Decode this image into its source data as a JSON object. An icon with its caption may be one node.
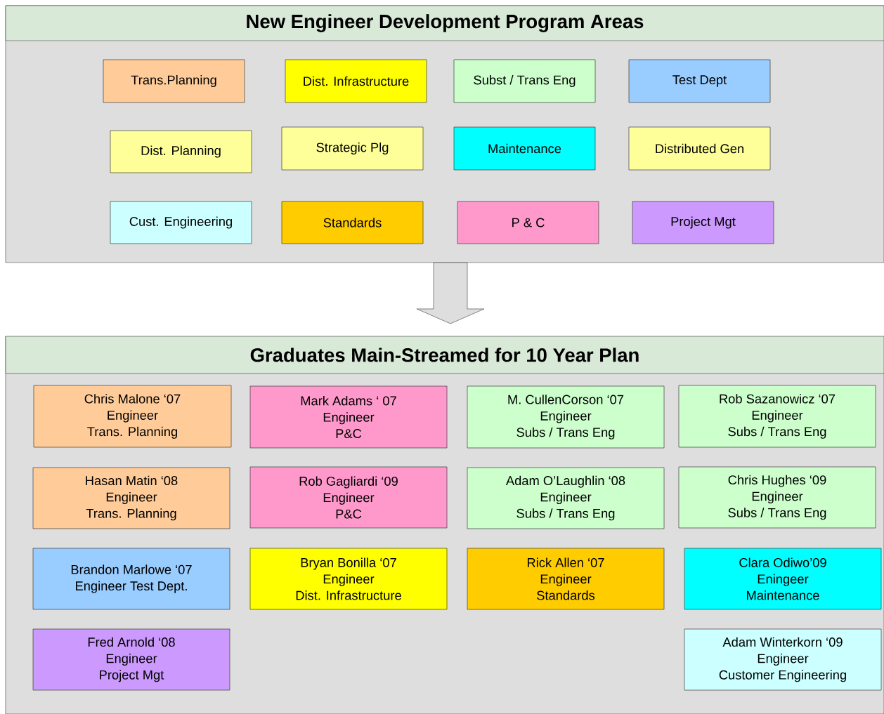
{
  "diagram": {
    "nodes": [
      {
        "text": [
          "New Engineer Development Program Areas"
        ]
      },
      {
        "text": [
          "Trans.Planning"
        ],
        "in": 0
      },
      {
        "text": [
          "Dist. Infrastructure"
        ],
        "in": 0
      },
      {
        "text": [
          "Subst / Trans Eng"
        ],
        "in": 0
      },
      {
        "text": [
          "Test Dept"
        ],
        "in": 0
      },
      {
        "text": [
          "Dist. Planning"
        ],
        "in": 0
      },
      {
        "text": [
          "Strategic Plg"
        ],
        "in": 0
      },
      {
        "text": [
          "Maintenance"
        ],
        "in": 0
      },
      {
        "text": [
          "Distributed Gen"
        ],
        "in": 0
      },
      {
        "text": [
          "Cust. Engineering"
        ],
        "in": 0
      },
      {
        "text": [
          "Standards"
        ],
        "in": 0
      },
      {
        "text": [
          "P & C"
        ],
        "in": 0
      },
      {
        "text": [
          "Project Mgt"
        ],
        "in": 0
      },
      {
        "text": [
          "Graduates Main-Streamed for 10 Year Plan"
        ]
      },
      {
        "text": [
          "Chris Malone ‘07",
          "Engineer",
          "Trans. Planning"
        ],
        "in": 13
      },
      {
        "text": [
          "Mark Adams ‘ 07",
          "Engineer",
          "P&C"
        ],
        "in": 13
      },
      {
        "text": [
          "M. CullenCorson ‘07",
          "Engineer",
          "Subs / Trans Eng"
        ],
        "in": 13
      },
      {
        "text": [
          "Rob Sazanowicz ‘07",
          "Engineer",
          "Subs / Trans Eng"
        ],
        "in": 13
      },
      {
        "text": [
          "Hasan Matin ‘08",
          "Engineer",
          "Trans. Planning"
        ],
        "in": 13
      },
      {
        "text": [
          "Rob Gagliardi ‘09",
          "Engineer",
          "P&C"
        ],
        "in": 13
      },
      {
        "text": [
          "Adam O’Laughlin ‘08",
          "Engineer",
          "Subs / Trans Eng"
        ],
        "in": 13
      },
      {
        "text": [
          "Chris Hughes ‘09",
          "Engineer",
          "Subs / Trans Eng"
        ],
        "in": 13
      },
      {
        "text": [
          "Brandon Marlowe ‘07",
          "Engineer Test Dept."
        ],
        "in": 13
      },
      {
        "text": [
          "Bryan Bonilla ‘07",
          "Engineer",
          "Dist. Infrastructure"
        ],
        "in": 13
      },
      {
        "text": [
          "Rick Allen ‘07",
          "Engineer",
          "Standards"
        ],
        "in": 13
      },
      {
        "text": [
          "Clara Odiwo’09",
          "Eningeer",
          "Maintenance"
        ],
        "in": 13
      },
      {
        "text": [
          "Fred Arnold ‘08",
          "Engineer",
          "Project Mgt"
        ],
        "in": 13
      },
      {
        "text": [
          "Adam Winterkorn ‘09",
          "Engineer",
          "Customer Engineering"
        ],
        "in": 13
      }
    ],
    "edges": [
      {
        "from": 0,
        "to": 13,
        "arrow": "to"
      }
    ]
  }
}
